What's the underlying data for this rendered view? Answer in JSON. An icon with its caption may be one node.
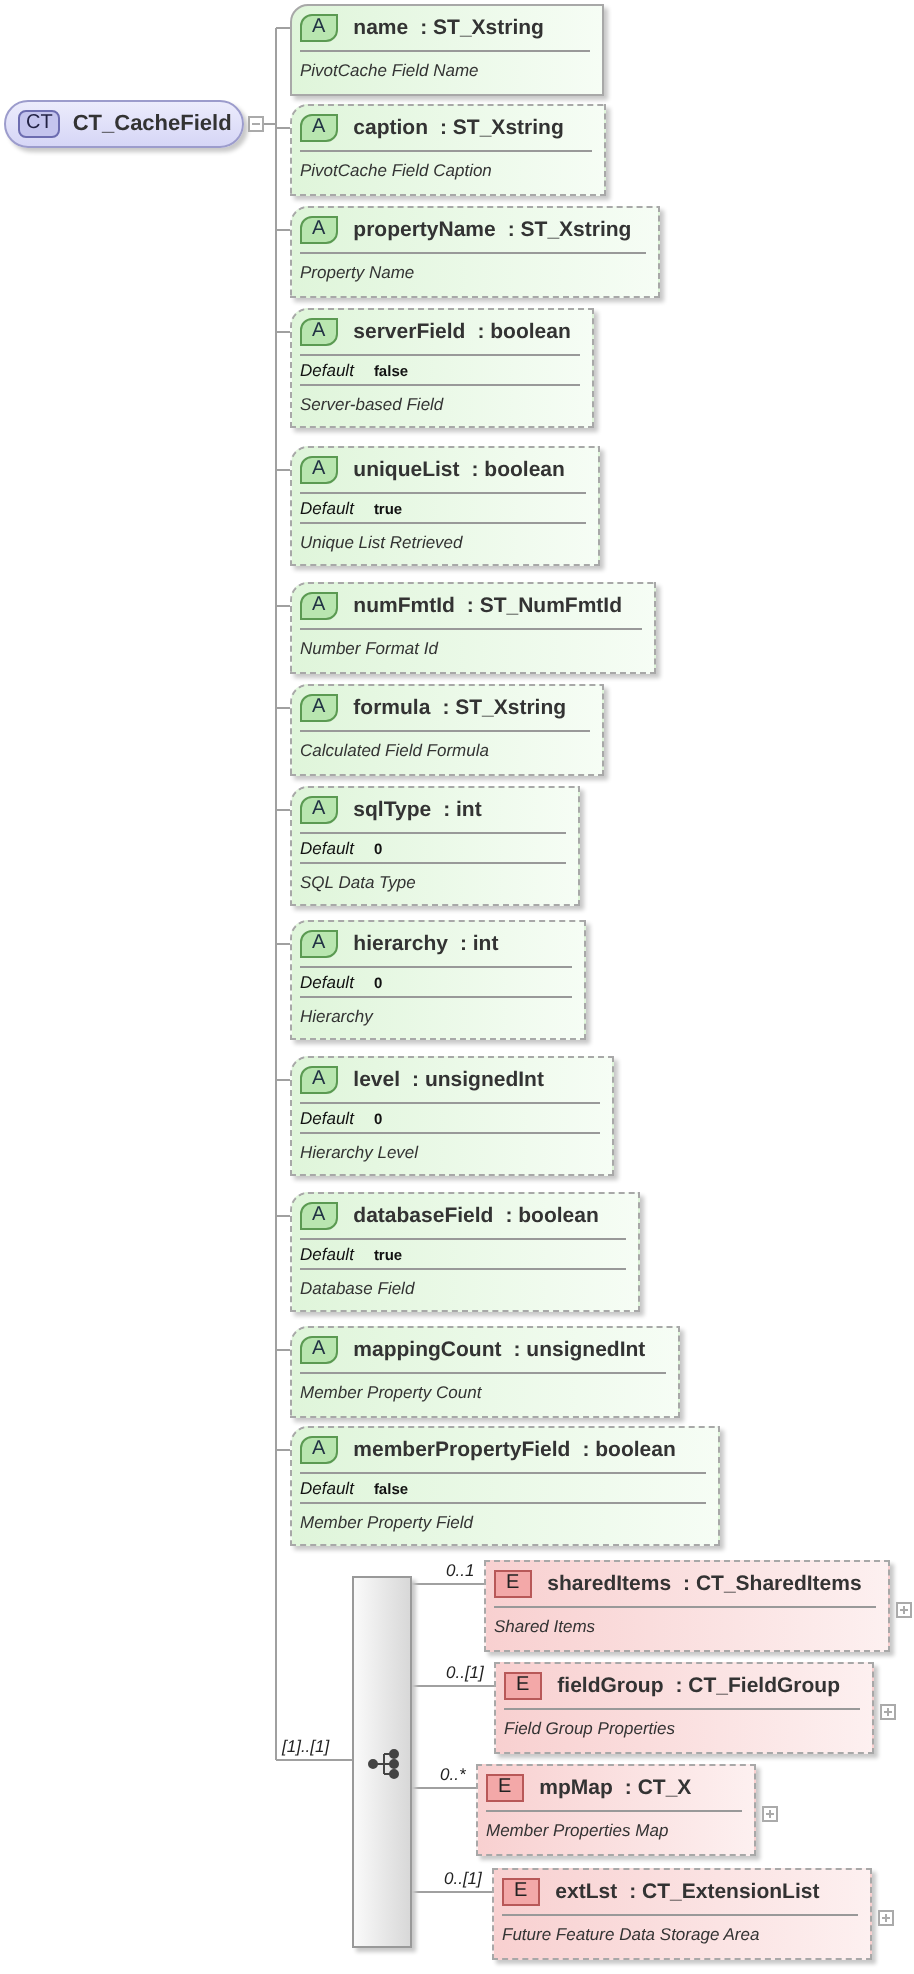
{
  "diagram": {
    "nodes": [
      {
        "text": [
          "CT",
          "CT_CacheField"
        ]
      },
      {
        "text": [
          "A",
          "name",
          ": ST_Xstring",
          "PivotCache Field Name"
        ]
      },
      {
        "text": [
          "A",
          "caption",
          ": ST_Xstring",
          "PivotCache Field Caption"
        ]
      },
      {
        "text": [
          "A",
          "propertyName",
          ": ST_Xstring",
          "Property Name"
        ]
      },
      {
        "text": [
          "A",
          "serverField",
          ": boolean",
          "Default",
          "false",
          "Server-based Field"
        ]
      },
      {
        "text": [
          "A",
          "uniqueList",
          ": boolean",
          "Default",
          "true",
          "Unique List Retrieved"
        ]
      },
      {
        "text": [
          "A",
          "numFmtId",
          ": ST_NumFmtId",
          "Number Format Id"
        ]
      },
      {
        "text": [
          "A",
          "formula",
          ": ST_Xstring",
          "Calculated Field Formula"
        ]
      },
      {
        "text": [
          "A",
          "sqlType",
          ": int",
          "Default",
          "0",
          "SQL Data Type"
        ]
      },
      {
        "text": [
          "A",
          "hierarchy",
          ": int",
          "Default",
          "0",
          "Hierarchy"
        ]
      },
      {
        "text": [
          "A",
          "level",
          ": unsignedInt",
          "Default",
          "0",
          "Hierarchy Level"
        ]
      },
      {
        "text": [
          "A",
          "databaseField",
          ": boolean",
          "Default",
          "true",
          "Database Field"
        ]
      },
      {
        "text": [
          "A",
          "mappingCount",
          ": unsignedInt",
          "Member Property Count"
        ]
      },
      {
        "text": [
          "A",
          "memberPropertyField",
          ": boolean",
          "Default",
          "false",
          "Member Property Field"
        ]
      },
      {
        "text": [],
        "shape": "box"
      },
      {
        "text": [
          "E",
          "sharedItems",
          ": CT_SharedItems",
          "Shared Items"
        ]
      },
      {
        "text": [
          "E",
          "fieldGroup",
          ": CT_FieldGroup",
          "Field Group Properties"
        ]
      },
      {
        "text": [
          "E",
          "mpMap",
          ": CT_X",
          "Member Properties Map"
        ]
      },
      {
        "text": [
          "E",
          "extLst",
          ": CT_ExtensionList",
          "Future Feature Data Storage Area"
        ]
      }
    ],
    "edges": [
      {
        "from": 0,
        "to": 1,
        "arrow": "none"
      },
      {
        "from": 0,
        "to": 2,
        "arrow": "none"
      },
      {
        "from": 0,
        "to": 3,
        "arrow": "none"
      },
      {
        "from": 0,
        "to": 4,
        "arrow": "none"
      },
      {
        "from": 0,
        "to": 5,
        "arrow": "none"
      },
      {
        "from": 0,
        "to": 6,
        "arrow": "none"
      },
      {
        "from": 0,
        "to": 7,
        "arrow": "none"
      },
      {
        "from": 0,
        "to": 8,
        "arrow": "none"
      },
      {
        "from": 0,
        "to": 9,
        "arrow": "none"
      },
      {
        "from": 0,
        "to": 10,
        "arrow": "none"
      },
      {
        "from": 0,
        "to": 11,
        "arrow": "none"
      },
      {
        "from": 0,
        "to": 12,
        "arrow": "none"
      },
      {
        "from": 0,
        "to": 13,
        "arrow": "none"
      },
      {
        "from": 0,
        "to": 14,
        "arrow": "none",
        "label": "[1]..[1]"
      },
      {
        "from": 14,
        "to": 15,
        "arrow": "none",
        "label": "0..1"
      },
      {
        "from": 14,
        "to": 16,
        "arrow": "none",
        "label": "0..[1]"
      },
      {
        "from": 14,
        "to": 17,
        "arrow": "none",
        "label": "0..*"
      },
      {
        "from": 14,
        "to": 18,
        "arrow": "none",
        "label": "0..[1]"
      }
    ]
  }
}
